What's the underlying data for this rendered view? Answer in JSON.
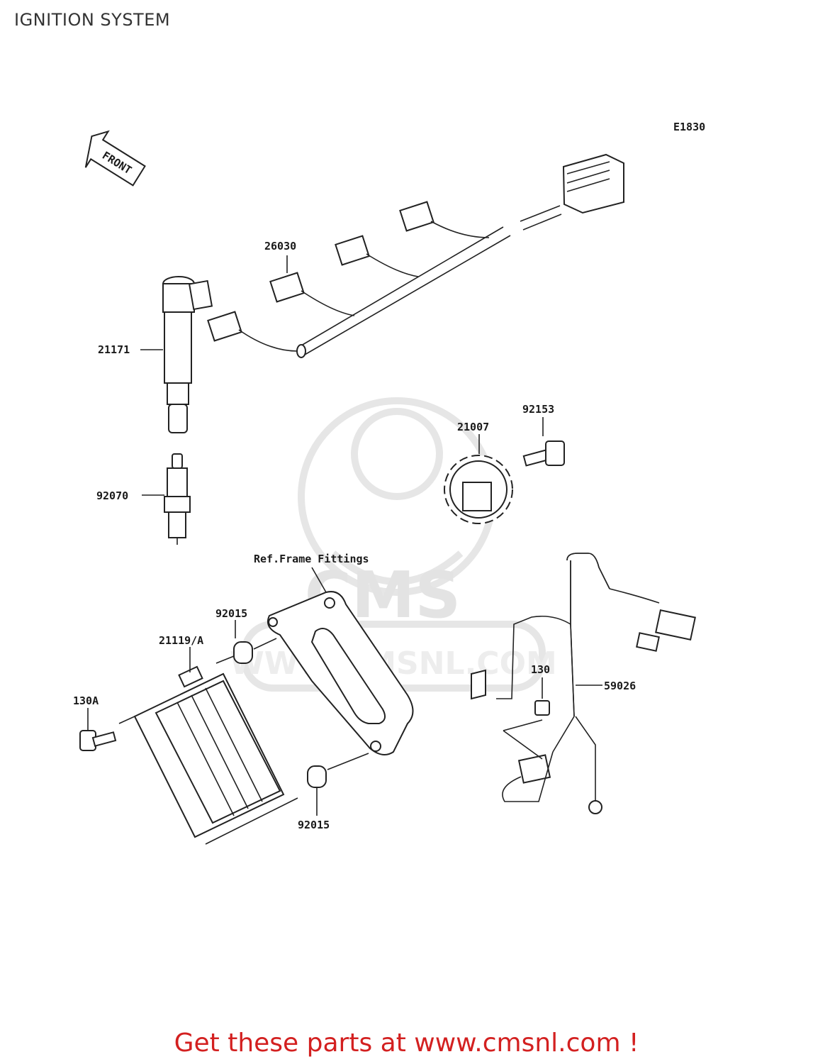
{
  "title": "IGNITION SYSTEM",
  "diagram_code": "E1830",
  "front_label": "FRONT",
  "watermark": {
    "logo_text": "CMS",
    "url_text": "WWW.CMSNL.COM"
  },
  "ref_label": "Ref.Frame Fittings",
  "parts": [
    {
      "number": "26030",
      "name": "harness"
    },
    {
      "number": "21171",
      "name": "ignition-coil"
    },
    {
      "number": "92070",
      "name": "spark-plug"
    },
    {
      "number": "21007",
      "name": "rotor"
    },
    {
      "number": "92153",
      "name": "bolt"
    },
    {
      "number": "92015",
      "name": "collar-upper"
    },
    {
      "number": "21119/A",
      "name": "igniter"
    },
    {
      "number": "130A",
      "name": "bolt-igniter"
    },
    {
      "number": "130",
      "name": "bolt-sensor"
    },
    {
      "number": "59026",
      "name": "pickup-harness"
    },
    {
      "number": "92015",
      "name": "collar-lower"
    }
  ],
  "footer_text": "Get these parts at www.cmsnl.com !",
  "colors": {
    "footer": "#d32020",
    "line": "#222222",
    "watermark": "#e6e6e6"
  }
}
